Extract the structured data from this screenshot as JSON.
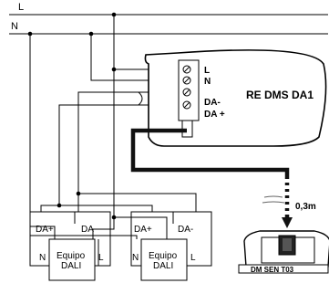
{
  "lines": {
    "l_label": "L",
    "n_label": "N"
  },
  "module": {
    "title": "RE DMS DA1",
    "terminal_l": "L",
    "terminal_n": "N",
    "terminal_da_minus": "DA-",
    "terminal_da_plus": "DA +"
  },
  "cable": {
    "length": "0,3m"
  },
  "sensor": {
    "label": "DM SEN T03"
  },
  "ballasts": [
    {
      "da_plus": "DA+",
      "da_minus": "DA-",
      "n": "N",
      "l": "L",
      "name_line1": "Equipo",
      "name_line2": "DALI"
    },
    {
      "da_plus": "DA+",
      "da_minus": "DA-",
      "n": "N",
      "l": "L",
      "name_line1": "Equipo",
      "name_line2": "DALI"
    }
  ]
}
